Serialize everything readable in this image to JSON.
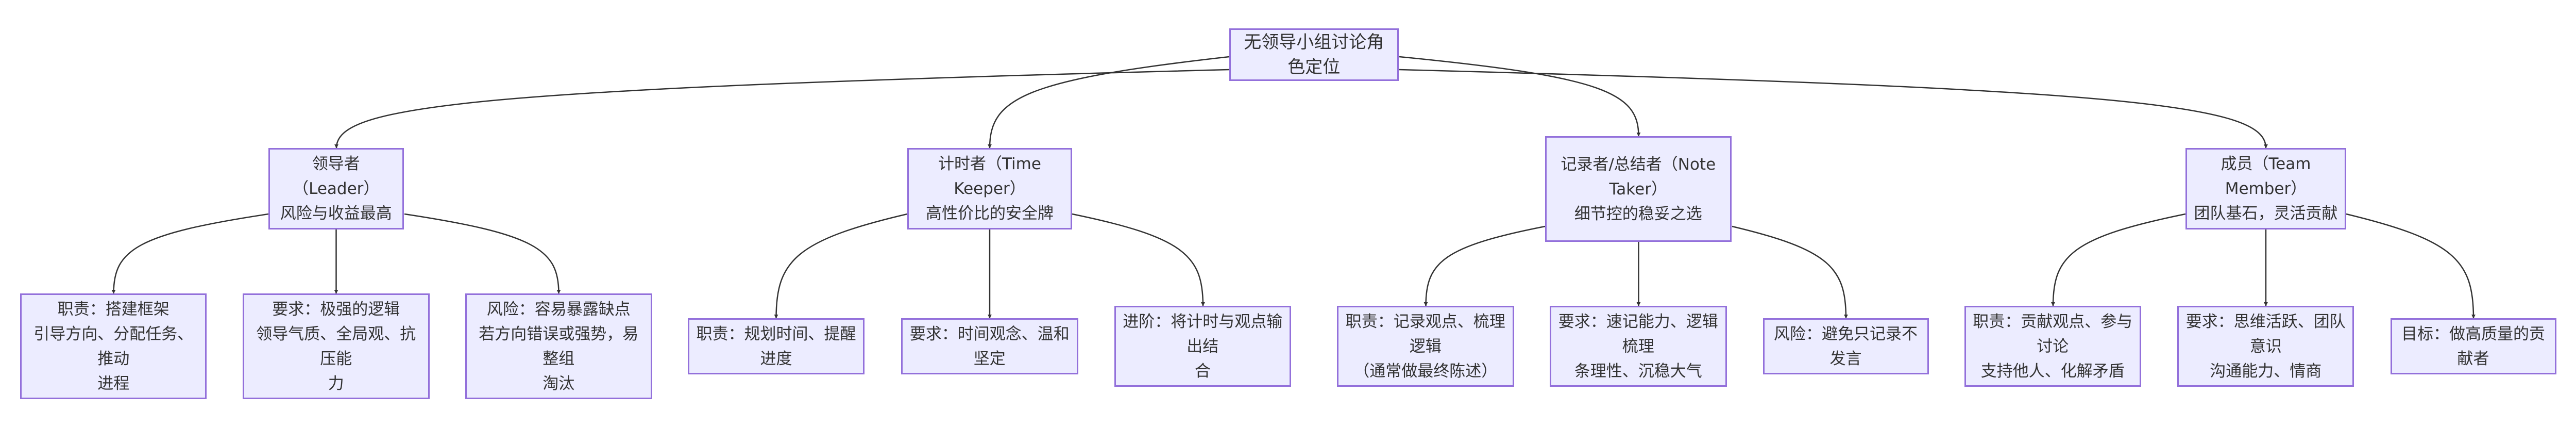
{
  "diagram": {
    "type": "flowchart-top-down",
    "colors": {
      "node_fill": "#ECECFF",
      "node_border": "#9370DB",
      "text": "#333333",
      "edge": "#333333"
    },
    "root": {
      "text": "无领导小组讨论角色定位"
    },
    "roles": [
      {
        "text": "领导者（Leader）\n风险与收益最高",
        "children": [
          {
            "text": "职责：搭建框架\n引导方向、分配任务、推动\n进程"
          },
          {
            "text": "要求：极强的逻辑\n领导气质、全局观、抗压能\n力"
          },
          {
            "text": "风险：容易暴露缺点\n若方向错误或强势，易整组\n淘汰"
          }
        ]
      },
      {
        "text": "计时者（Time Keeper）\n高性价比的安全牌",
        "children": [
          {
            "text": "职责：规划时间、提醒进度"
          },
          {
            "text": "要求：时间观念、温和坚定"
          },
          {
            "text": "进阶：将计时与观点输出结\n合"
          }
        ]
      },
      {
        "text": "记录者/总结者（Note\nTaker）\n细节控的稳妥之选",
        "children": [
          {
            "text": "职责：记录观点、梳理逻辑\n（通常做最终陈述）"
          },
          {
            "text": "要求：速记能力、逻辑梳理\n条理性、沉稳大气"
          },
          {
            "text": "风险：避免只记录不发言"
          }
        ]
      },
      {
        "text": "成员（Team Member）\n团队基石，灵活贡献",
        "children": [
          {
            "text": "职责：贡献观点、参与讨论\n支持他人、化解矛盾"
          },
          {
            "text": "要求：思维活跃、团队意识\n沟通能力、情商"
          },
          {
            "text": "目标：做高质量的贡献者"
          }
        ]
      }
    ]
  }
}
